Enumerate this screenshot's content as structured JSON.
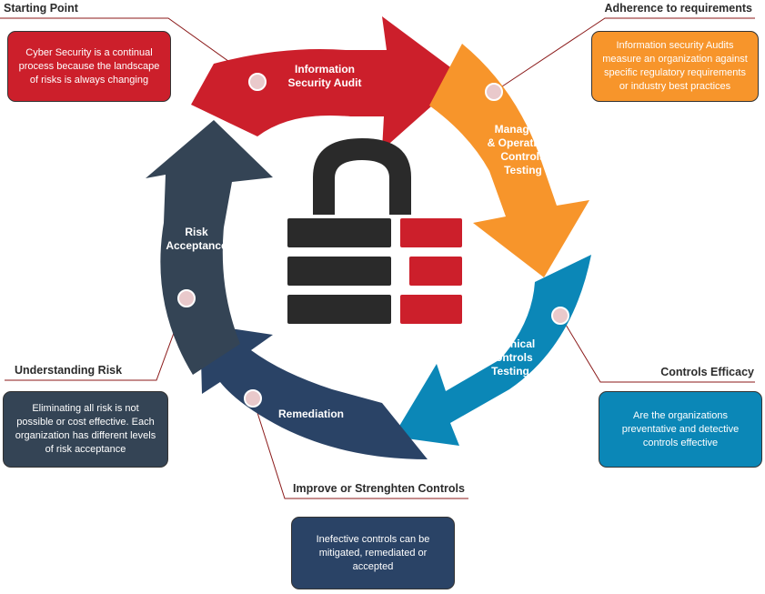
{
  "colors": {
    "red": "#cc1f2b",
    "orange": "#f7952b",
    "blue": "#0b87b7",
    "navy": "#2a4366",
    "slate": "#344455",
    "lock": "#2a2a2a"
  },
  "cycle": [
    {
      "label": "Information\nSecurity Audit"
    },
    {
      "label": "Managerial\n& Operational\nControls\nTesting"
    },
    {
      "label": "Technical\nControls\nTesting"
    },
    {
      "label": "Remediation"
    },
    {
      "label": "Risk\nAcceptance"
    }
  ],
  "callouts": {
    "starting_point": {
      "heading": "Starting Point",
      "text": "Cyber Security is a continual process because the landscape of risks is always changing"
    },
    "adherence": {
      "heading": "Adherence to requirements",
      "text": "Information security Audits measure an organization against specific regulatory requirements or industry best practices"
    },
    "controls_efficacy": {
      "heading": "Controls Efficacy",
      "text": "Are the organizations preventative and detective controls effective"
    },
    "improve": {
      "heading": "Improve or Strenghten Controls",
      "text": "Inefective controls can be mitigated, remediated or accepted"
    },
    "understanding_risk": {
      "heading": "Understanding Risk",
      "text": "Eliminating all risk is not possible or cost effective. Each organization has different levels of risk acceptance"
    }
  }
}
